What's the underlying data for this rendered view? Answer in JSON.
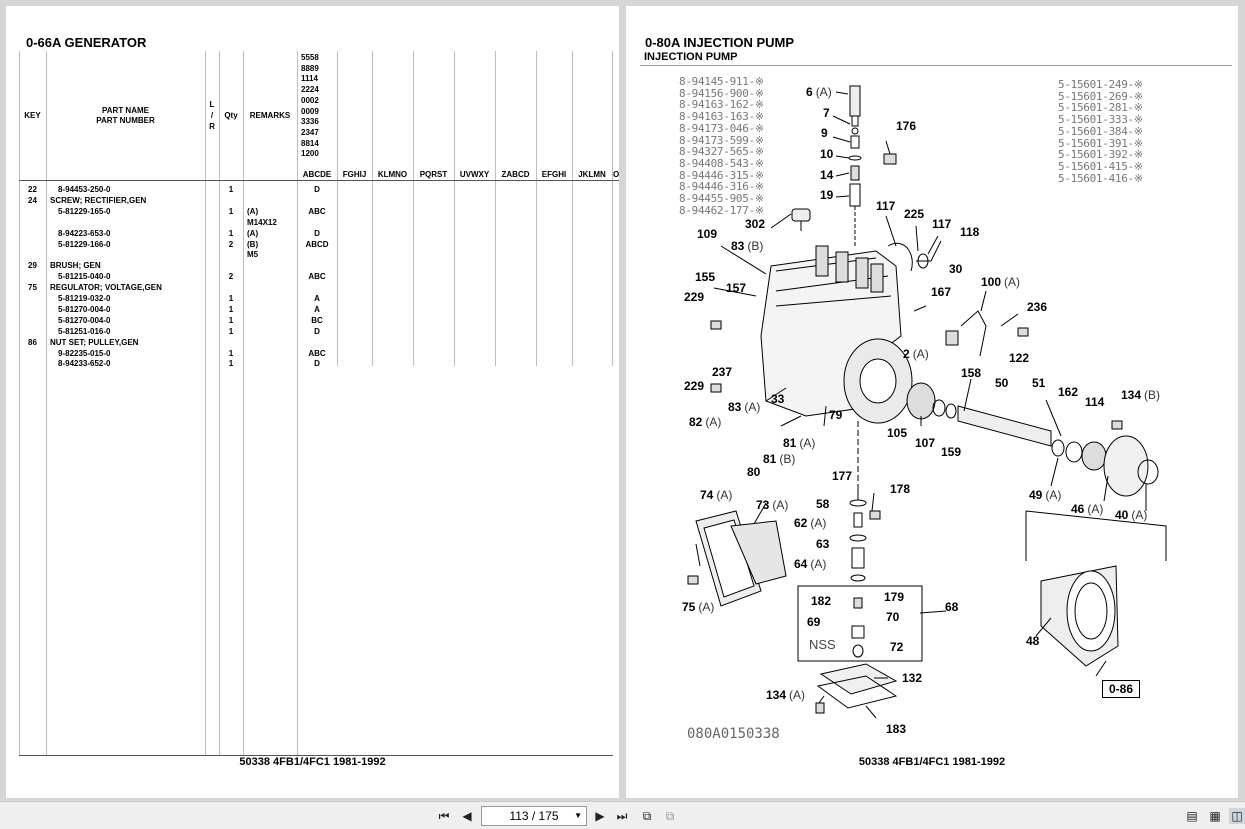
{
  "left_page": {
    "title": "0-66A  GENERATOR",
    "headers": {
      "key": "KEY",
      "part_name": "PART NAME",
      "part_number": "PART NUMBER",
      "lr": [
        "L",
        "/",
        "R"
      ],
      "qty": "Qty",
      "remarks": "REMARKS"
    },
    "serial_codes": [
      "5558",
      "8889",
      "1114",
      "2224",
      "0002",
      "0009",
      "3336",
      "2347",
      "8814",
      "1200"
    ],
    "column_codes": [
      "ABCDE",
      "FGHIJ",
      "KLMNO",
      "PQRST",
      "UVWXY",
      "ZABCD",
      "EFGHI",
      "JKLMN",
      "O"
    ],
    "rows": [
      {
        "key": "22",
        "name": "",
        "number": "8-94453-250-0",
        "qty": "1",
        "remarks": "",
        "code": "D"
      },
      {
        "key": "24",
        "name": "SCREW; RECTIFIER,GEN",
        "number": "",
        "qty": "",
        "remarks": "",
        "code": ""
      },
      {
        "key": "",
        "name": "",
        "number": "5-81229-165-0",
        "qty": "1",
        "remarks": "(A)",
        "code": "ABC"
      },
      {
        "key": "",
        "name": "",
        "number": "",
        "qty": "",
        "remarks": "M14X12",
        "code": ""
      },
      {
        "key": "",
        "name": "",
        "number": "8-94223-653-0",
        "qty": "1",
        "remarks": "(A)",
        "code": "D"
      },
      {
        "key": "",
        "name": "",
        "number": "5-81229-166-0",
        "qty": "2",
        "remarks": "(B)",
        "code": "ABCD"
      },
      {
        "key": "",
        "name": "",
        "number": "",
        "qty": "",
        "remarks": "M5",
        "code": ""
      },
      {
        "key": "29",
        "name": "BRUSH; GEN",
        "number": "",
        "qty": "",
        "remarks": "",
        "code": ""
      },
      {
        "key": "",
        "name": "",
        "number": "5-81215-040-0",
        "qty": "2",
        "remarks": "",
        "code": "ABC"
      },
      {
        "key": "75",
        "name": "REGULATOR; VOLTAGE,GEN",
        "number": "",
        "qty": "",
        "remarks": "",
        "code": ""
      },
      {
        "key": "",
        "name": "",
        "number": "5-81219-032-0",
        "qty": "1",
        "remarks": "",
        "code": "A"
      },
      {
        "key": "",
        "name": "",
        "number": "5-81270-004-0",
        "qty": "1",
        "remarks": "",
        "code": "A"
      },
      {
        "key": "",
        "name": "",
        "number": "5-81270-004-0",
        "qty": "1",
        "remarks": "",
        "code": "BC"
      },
      {
        "key": "",
        "name": "",
        "number": "5-81251-016-0",
        "qty": "1",
        "remarks": "",
        "code": "D"
      },
      {
        "key": "86",
        "name": "NUT SET; PULLEY,GEN",
        "number": "",
        "qty": "",
        "remarks": "",
        "code": ""
      },
      {
        "key": "",
        "name": "",
        "number": "9-82235-015-0",
        "qty": "1",
        "remarks": "",
        "code": "ABC"
      },
      {
        "key": "",
        "name": "",
        "number": "8-94233-652-0",
        "qty": "1",
        "remarks": "",
        "code": "D"
      }
    ],
    "footer": "50338 4FB1/4FC1 1981-1992"
  },
  "right_page": {
    "title": "0-80A  INJECTION PUMP",
    "subtitle": "INJECTION PUMP",
    "refs_left": [
      "8-94145-911-※",
      "8-94156-900-※",
      "8-94163-162-※",
      "8-94163-163-※",
      "8-94173-046-※",
      "8-94173-599-※",
      "8-94327-565-※",
      "8-94408-543-※",
      "8-94446-315-※",
      "8-94446-316-※",
      "8-94455-905-※",
      "8-94462-177-※"
    ],
    "refs_right": [
      "5-15601-249-※",
      "5-15601-269-※",
      "5-15601-281-※",
      "5-15601-333-※",
      "5-15601-384-※",
      "5-15601-391-※",
      "5-15601-392-※",
      "5-15601-415-※",
      "5-15601-416-※"
    ],
    "callouts": [
      {
        "n": "6",
        "v": "(A)"
      },
      {
        "n": "7",
        "v": ""
      },
      {
        "n": "9",
        "v": ""
      },
      {
        "n": "10",
        "v": ""
      },
      {
        "n": "14",
        "v": ""
      },
      {
        "n": "19",
        "v": ""
      },
      {
        "n": "176",
        "v": ""
      },
      {
        "n": "302",
        "v": ""
      },
      {
        "n": "117",
        "v": ""
      },
      {
        "n": "225",
        "v": ""
      },
      {
        "n": "117",
        "v": ""
      },
      {
        "n": "118",
        "v": ""
      },
      {
        "n": "109",
        "v": ""
      },
      {
        "n": "83",
        "v": "(B)"
      },
      {
        "n": "30",
        "v": ""
      },
      {
        "n": "155",
        "v": ""
      },
      {
        "n": "157",
        "v": ""
      },
      {
        "n": "100",
        "v": "(A)"
      },
      {
        "n": "167",
        "v": ""
      },
      {
        "n": "229",
        "v": ""
      },
      {
        "n": "236",
        "v": ""
      },
      {
        "n": "2",
        "v": "(A)"
      },
      {
        "n": "122",
        "v": ""
      },
      {
        "n": "237",
        "v": ""
      },
      {
        "n": "158",
        "v": ""
      },
      {
        "n": "229",
        "v": ""
      },
      {
        "n": "50",
        "v": ""
      },
      {
        "n": "51",
        "v": ""
      },
      {
        "n": "33",
        "v": ""
      },
      {
        "n": "162",
        "v": ""
      },
      {
        "n": "134",
        "v": "(B)"
      },
      {
        "n": "114",
        "v": ""
      },
      {
        "n": "83",
        "v": "(A)"
      },
      {
        "n": "79",
        "v": ""
      },
      {
        "n": "82",
        "v": "(A)"
      },
      {
        "n": "105",
        "v": ""
      },
      {
        "n": "81",
        "v": "(A)"
      },
      {
        "n": "107",
        "v": ""
      },
      {
        "n": "159",
        "v": ""
      },
      {
        "n": "81",
        "v": "(B)"
      },
      {
        "n": "80",
        "v": ""
      },
      {
        "n": "49",
        "v": "(A)"
      },
      {
        "n": "46",
        "v": "(A)"
      },
      {
        "n": "40",
        "v": "(A)"
      },
      {
        "n": "177",
        "v": ""
      },
      {
        "n": "178",
        "v": ""
      },
      {
        "n": "74",
        "v": "(A)"
      },
      {
        "n": "73",
        "v": "(A)"
      },
      {
        "n": "58",
        "v": ""
      },
      {
        "n": "62",
        "v": "(A)"
      },
      {
        "n": "63",
        "v": ""
      },
      {
        "n": "64",
        "v": "(A)"
      },
      {
        "n": "75",
        "v": "(A)"
      },
      {
        "n": "182",
        "v": ""
      },
      {
        "n": "179",
        "v": ""
      },
      {
        "n": "68",
        "v": ""
      },
      {
        "n": "69",
        "v": ""
      },
      {
        "n": "70",
        "v": ""
      },
      {
        "n": "72",
        "v": ""
      },
      {
        "n": "48",
        "v": ""
      },
      {
        "n": "132",
        "v": ""
      },
      {
        "n": "134",
        "v": "(A)"
      },
      {
        "n": "183",
        "v": ""
      }
    ],
    "nss_label": "NSS",
    "box_ref": "0-86",
    "image_id": "080A0150338",
    "footer": "50338 4FB1/4FC1 1981-1992"
  },
  "toolbar": {
    "page_indicator": "113 / 175",
    "icons": [
      "first-page-icon",
      "prev-page-icon",
      "next-page-icon",
      "last-page-icon",
      "copy-icon",
      "paste-icon",
      "single-page-icon",
      "continuous-page-icon",
      "facing-page-icon"
    ]
  }
}
